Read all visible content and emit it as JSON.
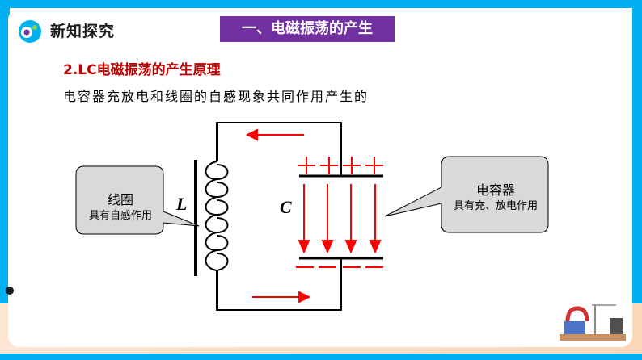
{
  "header": {
    "title": "新知探究",
    "banner": "一、电磁振荡的产生"
  },
  "subtitle": "2.LC电磁振荡的产生原理",
  "description": "电容器充放电和线圈的自感现象共同作用产生的",
  "diagram": {
    "inductor_symbol": "L",
    "capacitor_symbol": "C",
    "coil_callout": {
      "title": "线圈",
      "caption": "具有自感作用"
    },
    "capacitor_callout": {
      "title": "电容器",
      "caption": "具有充、放电作用"
    },
    "colors": {
      "wire": "#000000",
      "arrow": "#ff0000",
      "callout_fill": "#d9d9d9",
      "banner": "#7030a0",
      "border": "#00b0f0"
    }
  }
}
